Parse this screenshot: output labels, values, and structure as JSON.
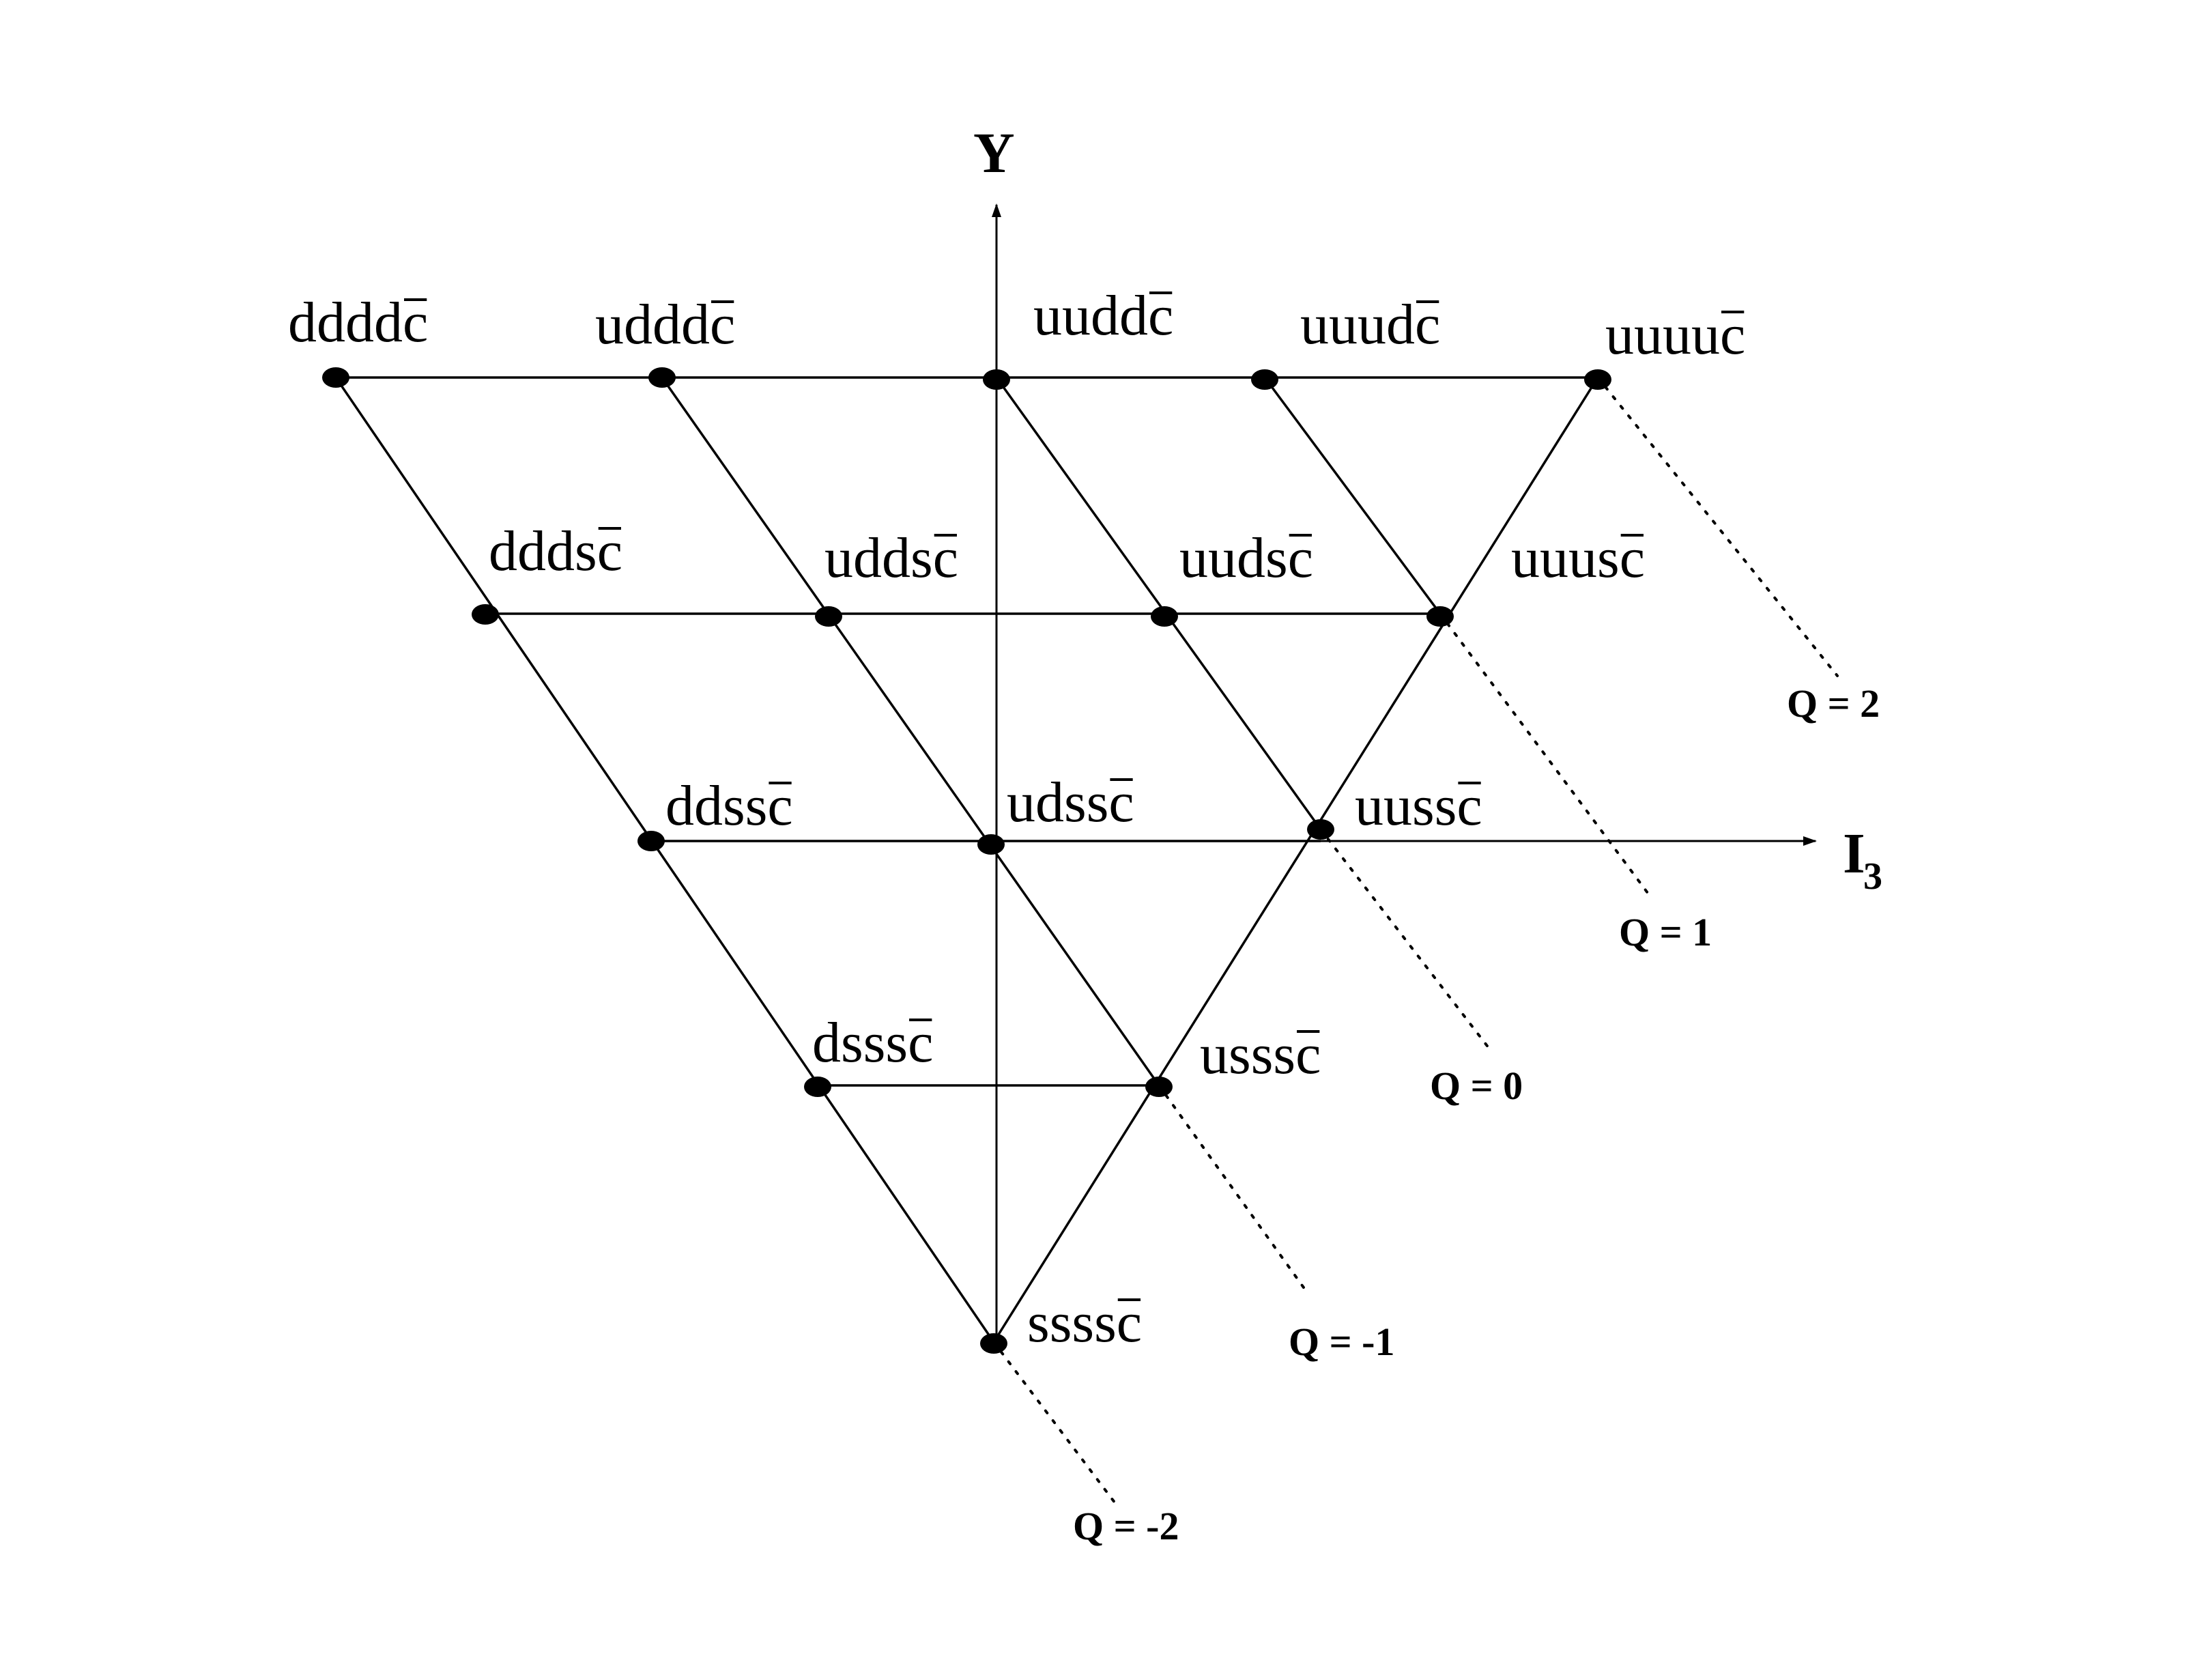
{
  "axes": {
    "y_label": "Y",
    "x_label": "I",
    "x_label_subscript": "3"
  },
  "states": [
    {
      "id": "ddddc",
      "label": "dddd",
      "anti": "c",
      "i3": -2,
      "row": 0
    },
    {
      "id": "udddc",
      "label": "uddd",
      "anti": "c",
      "i3": -1,
      "row": 0
    },
    {
      "id": "uuddc",
      "label": "uudd",
      "anti": "c",
      "i3": 0,
      "row": 0
    },
    {
      "id": "uuudc",
      "label": "uuud",
      "anti": "c",
      "i3": 1,
      "row": 0
    },
    {
      "id": "uuuuc",
      "label": "uuuu",
      "anti": "c",
      "i3": 2,
      "row": 0
    },
    {
      "id": "dddsc",
      "label": "ddds",
      "anti": "c",
      "i3": -1.5,
      "row": 1
    },
    {
      "id": "uddsc",
      "label": "udds",
      "anti": "c",
      "i3": -0.5,
      "row": 1
    },
    {
      "id": "uudsc",
      "label": "uuds",
      "anti": "c",
      "i3": 0.5,
      "row": 1
    },
    {
      "id": "uuusc",
      "label": "uuus",
      "anti": "c",
      "i3": 1.5,
      "row": 1
    },
    {
      "id": "ddssc",
      "label": "ddss",
      "anti": "c",
      "i3": -1,
      "row": 2
    },
    {
      "id": "udssc",
      "label": "udss",
      "anti": "c",
      "i3": 0,
      "row": 2
    },
    {
      "id": "uussc",
      "label": "uuss",
      "anti": "c",
      "i3": 1,
      "row": 2
    },
    {
      "id": "ddssc_b",
      "label": "dsss",
      "anti": "c",
      "i3": -0.5,
      "row": 3
    },
    {
      "id": "usssc",
      "label": "usss",
      "anti": "c",
      "i3": 0.5,
      "row": 3
    },
    {
      "id": "ssssc",
      "label": "ssss",
      "anti": "c",
      "i3": 0,
      "row": 4
    }
  ],
  "charge_lines": [
    {
      "label": "Q = 2"
    },
    {
      "label": "Q = 1"
    },
    {
      "label": "Q = 0"
    },
    {
      "label": "Q = -1"
    },
    {
      "label": "Q = -2"
    }
  ]
}
